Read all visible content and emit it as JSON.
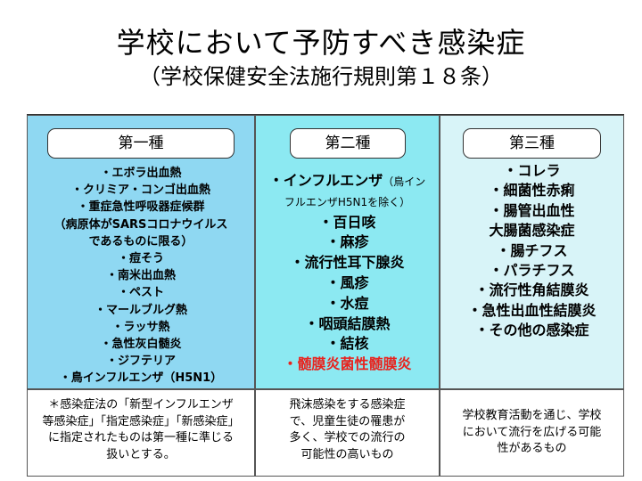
{
  "title": {
    "main": "学校において予防すべき感染症",
    "sub": "（学校保健安全法施行規則第１８条）"
  },
  "columns": [
    {
      "header": "第一種",
      "items": [
        "・エボラ出血熱",
        "・クリミア・コンゴ出血熱",
        "・重症急性呼吸器症候群",
        "（病原体がSARSコロナウイルス",
        "であるものに限る）",
        "・痘そう",
        "・南米出血熱",
        "・ペスト",
        "・マールブルグ熱",
        "・ラッサ熱",
        "・急性灰白髄炎",
        "・ジフテリア",
        "・鳥インフルエンザ（H5N1）"
      ],
      "footnote": [
        "＊感染症法の「新型インフルエンザ",
        "等感染症」「指定感染症」「新感染症」",
        "に指定されたものは第一種に準じる",
        "扱いとする。"
      ]
    },
    {
      "header": "第二種",
      "items": {
        "influenza_main": "・インフルエンザ",
        "influenza_note_a": "（鳥イン",
        "influenza_note_b": "フルエンザH5N1を除く）",
        "rest": [
          "・百日咳",
          "・麻疹",
          "・流行性耳下腺炎",
          "・風疹",
          "・水痘",
          "・咽頭結膜熱",
          "・結核"
        ],
        "highlight": "・髄膜炎菌性髄膜炎"
      },
      "footnote": [
        "飛沫感染をする感染症",
        "で、児童生徒の罹患が",
        "多く、学校での流行の",
        "可能性の高いもの"
      ]
    },
    {
      "header": "第三種",
      "items": [
        "・コレラ",
        "・細菌性赤痢",
        "・腸管出血性",
        "大腸菌感染症",
        "・腸チフス",
        "・パラチフス",
        "・流行性角結膜炎",
        "・急性出血性結膜炎",
        "・その他の感染症"
      ],
      "footnote": [
        "学校教育活動を通じ、学校",
        "において流行を広げる可能",
        "性があるもの"
      ]
    }
  ],
  "colors": {
    "col1_bg": "#8fd8f2",
    "col2_bg": "#8ce9f2",
    "col3_bg": "#d8f4f8",
    "highlight_text": "#e8231e"
  }
}
